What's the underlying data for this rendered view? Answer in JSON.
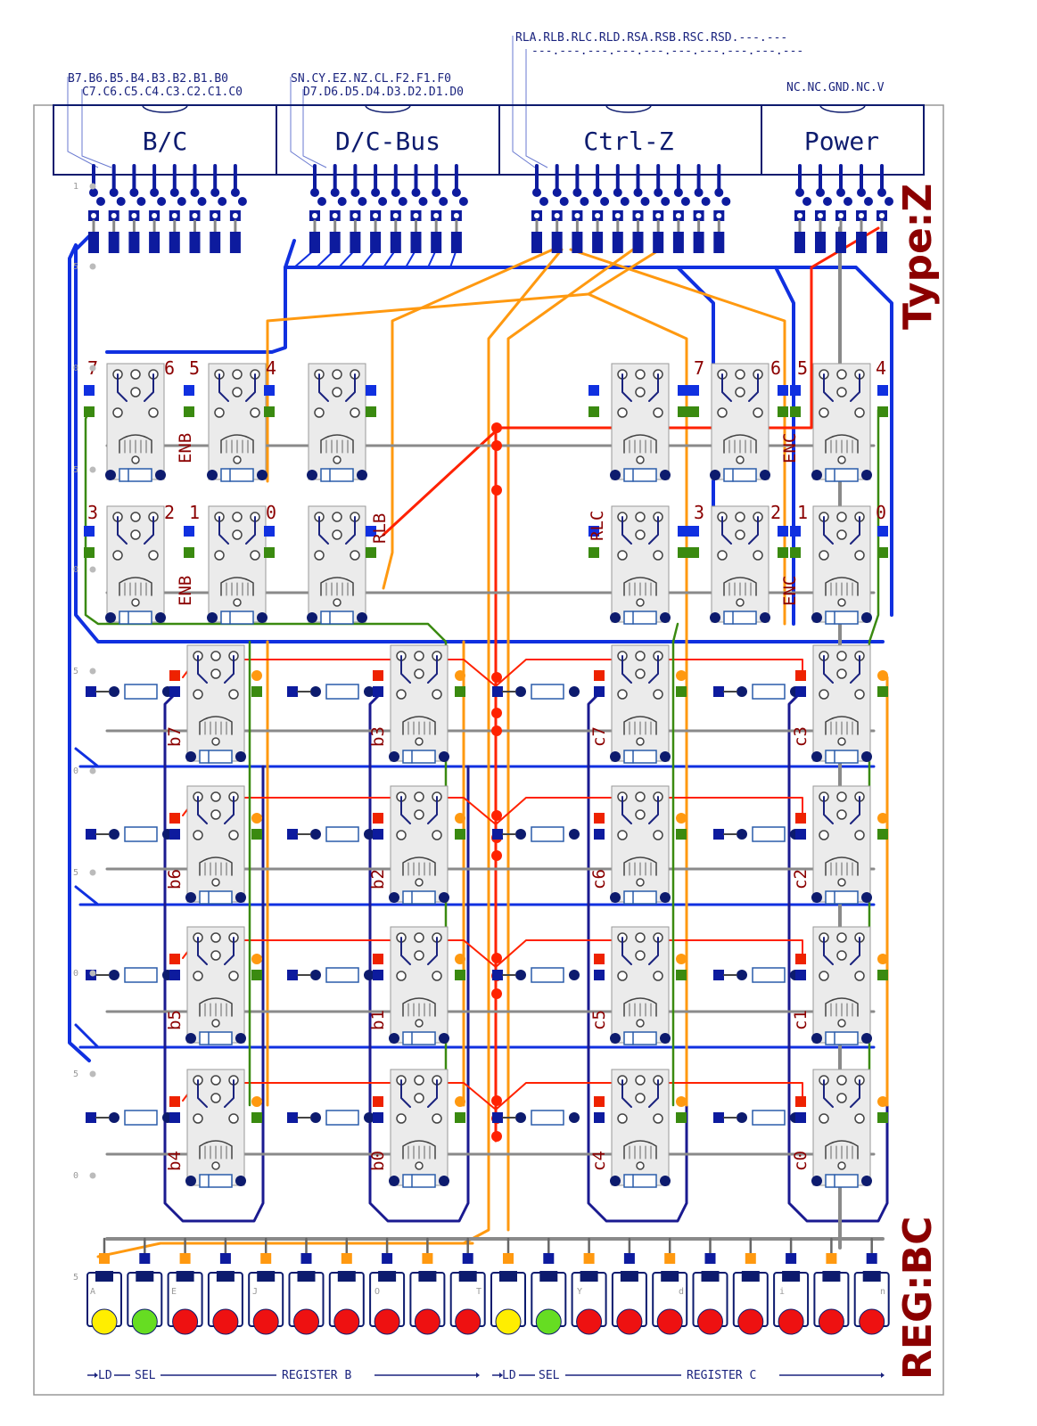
{
  "connectors": [
    {
      "title": "B/C",
      "pins_top": "B7.B6.B5.B4.B3.B2.B1.B0",
      "pins_bottom": "C7.C6.C5.C4.C3.C2.C1.C0"
    },
    {
      "title": "D/C-Bus",
      "pins_top": "SN.CY.EZ.NZ.CL.F2.F1.F0",
      "pins_bottom": "D7.D6.D5.D4.D3.D2.D1.D0"
    },
    {
      "title": "Ctrl-Z",
      "pins_top": "RLA.RLB.RLC.RLD.RSA.RSB.RSC.RSD.---.---",
      "pins_bottom": "---.---.---.---.---.---.---.---.---.---"
    },
    {
      "title": "Power",
      "pins_top": "NC.NC.GND.NC.V"
    }
  ],
  "board_type": "Type:Z",
  "board_name": "REG:BC",
  "upper_relays": {
    "left_bits_top": [
      "7",
      "6",
      "5",
      "4"
    ],
    "left_bits_bottom": [
      "3",
      "2",
      "1",
      "0"
    ],
    "right_bits_top": [
      "7",
      "6",
      "5",
      "4"
    ],
    "right_bits_bottom": [
      "3",
      "2",
      "1",
      "0"
    ],
    "labels": [
      "ENB",
      "ENB",
      "RLB",
      "RLC",
      "ENC",
      "ENC"
    ]
  },
  "register_bits": {
    "b_high": [
      "b7",
      "b6",
      "b5",
      "b4"
    ],
    "b_low": [
      "b3",
      "b2",
      "b1",
      "b0"
    ],
    "c_high": [
      "c7",
      "c6",
      "c5",
      "c4"
    ],
    "c_low": [
      "c3",
      "c2",
      "c1",
      "c0"
    ]
  },
  "row_numbers": [
    "1",
    "5",
    "0",
    "5",
    "0",
    "5",
    "0",
    "5",
    "0",
    "5",
    "0",
    "5"
  ],
  "column_letters": [
    "A",
    "E",
    "J",
    "O",
    "T",
    "Y",
    "d",
    "i",
    "n"
  ],
  "leds": {
    "colors": [
      "yellow",
      "green",
      "red",
      "red",
      "red",
      "red",
      "red",
      "red",
      "red",
      "red",
      "yellow",
      "green",
      "red",
      "red",
      "red",
      "red",
      "red",
      "red",
      "red",
      "red"
    ],
    "palette": {
      "yellow": "#ffee00",
      "green": "#66dd22",
      "red": "#ee1111"
    }
  },
  "footer": {
    "ld": "LD",
    "sel": "SEL",
    "register_b": "REGISTER B",
    "register_c": "REGISTER C"
  },
  "colors": {
    "blue_trace": "#1030e0",
    "navy_trace": "#1a1a90",
    "orange_trace": "#ff9910",
    "red_trace": "#ff2200",
    "green_trace": "#3a8a10",
    "gray_trace": "#8a8a8a"
  }
}
